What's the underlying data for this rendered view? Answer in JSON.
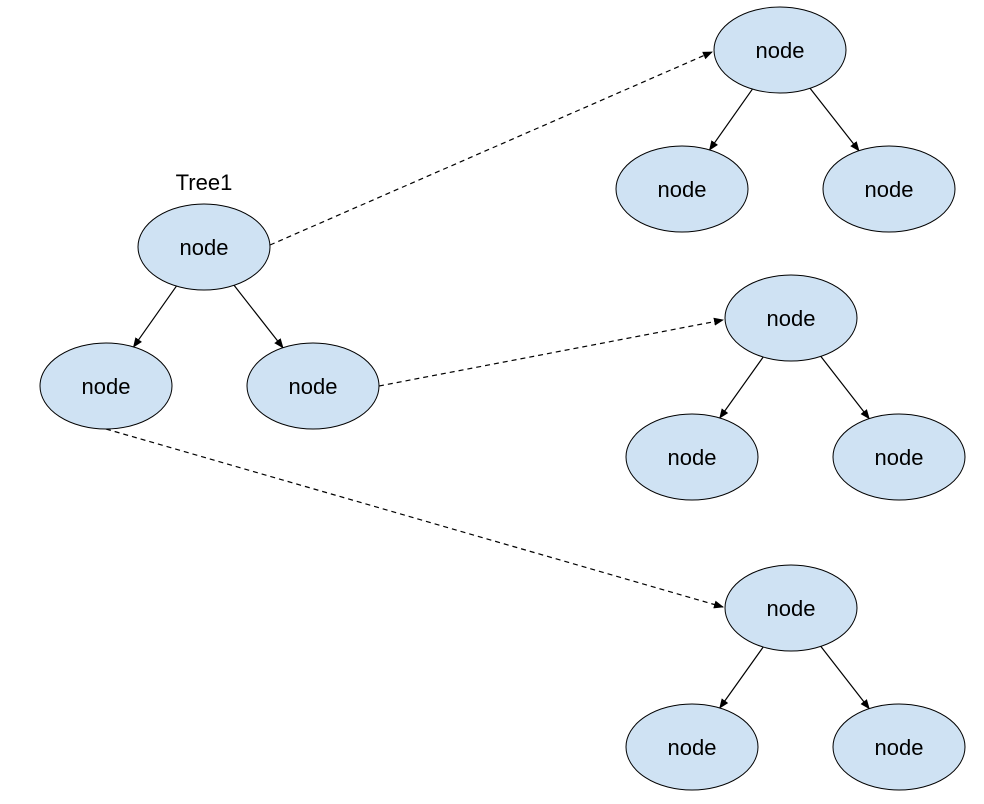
{
  "diagram": {
    "title": "Tree1",
    "node_fill": "#cfe2f3",
    "edge_color": "#000000",
    "nodes": [
      {
        "id": "root",
        "label": "node"
      },
      {
        "id": "left",
        "label": "node"
      },
      {
        "id": "right",
        "label": "node"
      },
      {
        "id": "top_root",
        "label": "node"
      },
      {
        "id": "top_left",
        "label": "node"
      },
      {
        "id": "top_right",
        "label": "node"
      },
      {
        "id": "mid_root",
        "label": "node"
      },
      {
        "id": "mid_left",
        "label": "node"
      },
      {
        "id": "mid_right",
        "label": "node"
      },
      {
        "id": "bot_root",
        "label": "node"
      },
      {
        "id": "bot_left",
        "label": "node"
      },
      {
        "id": "bot_right",
        "label": "node"
      }
    ],
    "edges": [
      {
        "from": "root",
        "to": "left",
        "style": "solid"
      },
      {
        "from": "root",
        "to": "right",
        "style": "solid"
      },
      {
        "from": "top_root",
        "to": "top_left",
        "style": "solid"
      },
      {
        "from": "top_root",
        "to": "top_right",
        "style": "solid"
      },
      {
        "from": "mid_root",
        "to": "mid_left",
        "style": "solid"
      },
      {
        "from": "mid_root",
        "to": "mid_right",
        "style": "solid"
      },
      {
        "from": "bot_root",
        "to": "bot_left",
        "style": "solid"
      },
      {
        "from": "bot_root",
        "to": "bot_right",
        "style": "solid"
      },
      {
        "from": "root",
        "to": "top_root",
        "style": "dashed"
      },
      {
        "from": "right",
        "to": "mid_root",
        "style": "dashed"
      },
      {
        "from": "left",
        "to": "bot_root",
        "style": "dashed"
      }
    ]
  }
}
